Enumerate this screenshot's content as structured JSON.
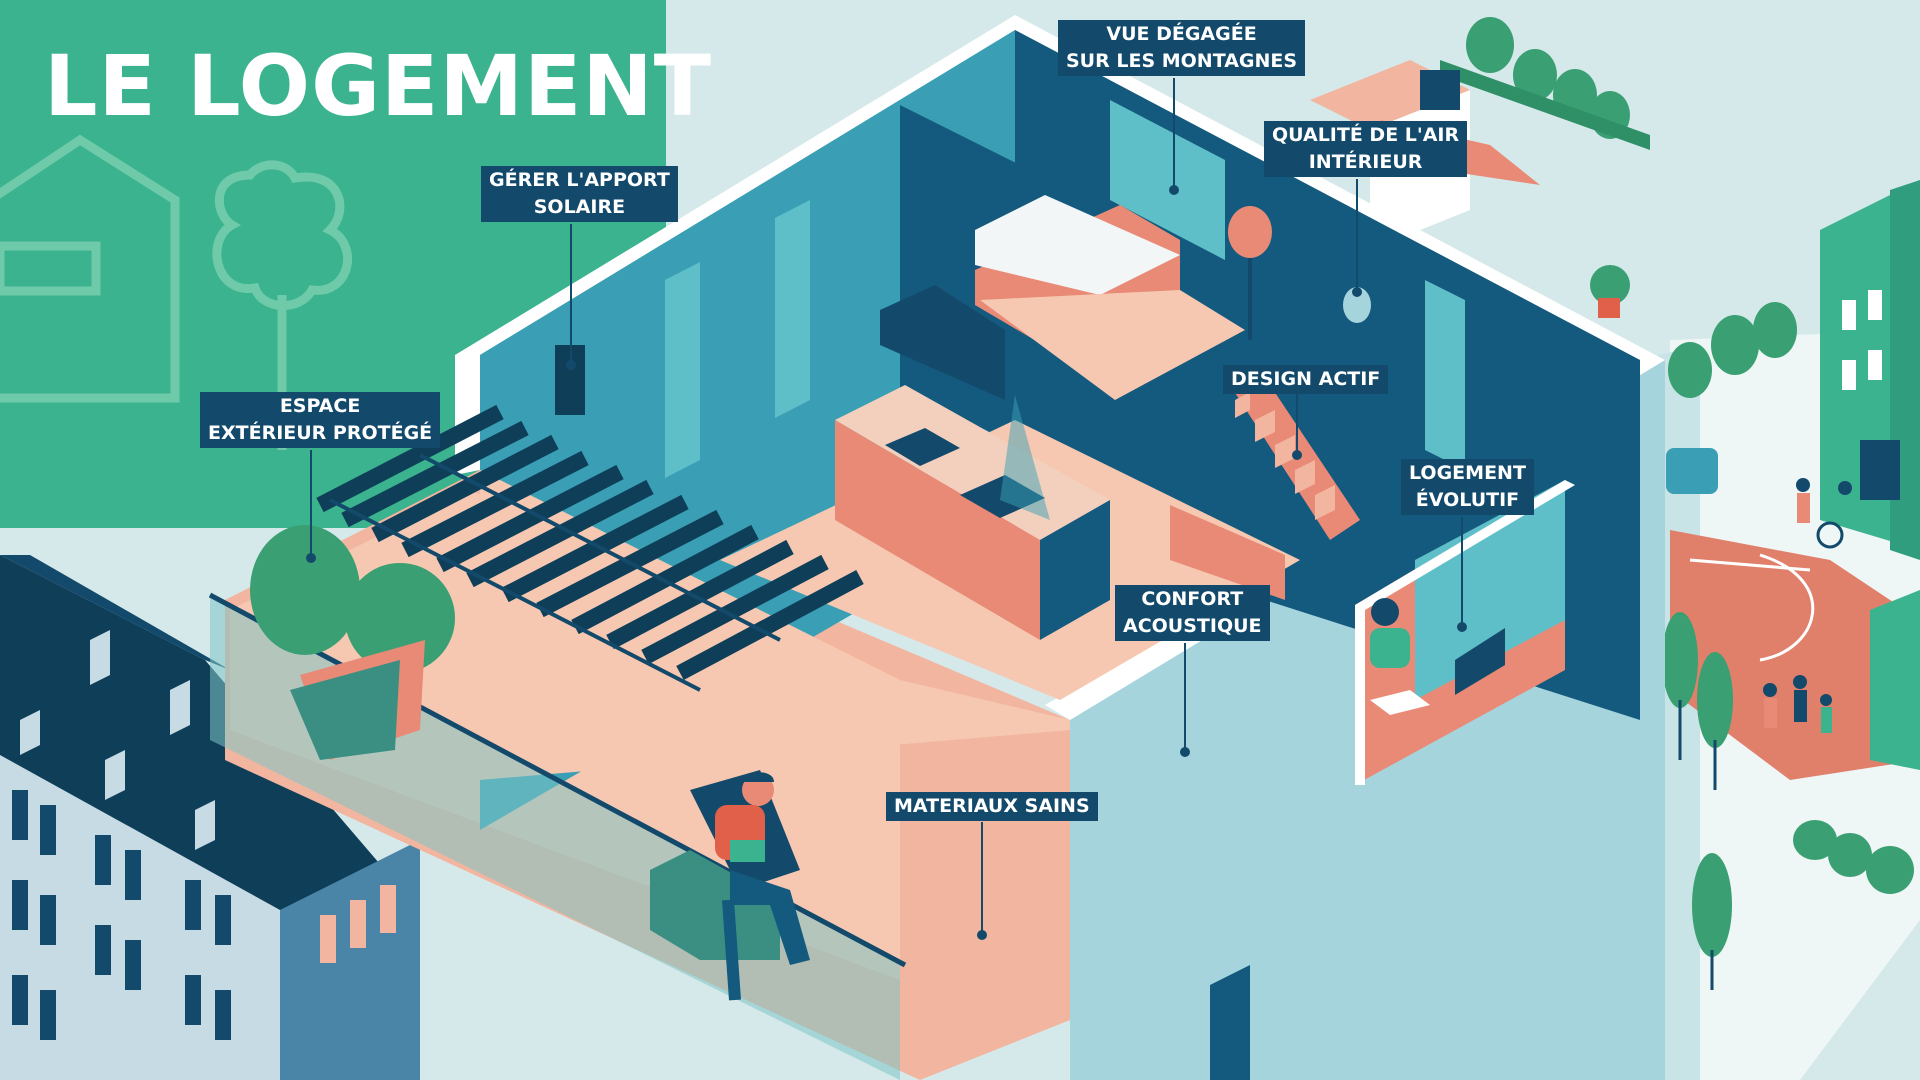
{
  "title": "LE LOGEMENT",
  "colors": {
    "background": "#d5e9ea",
    "green_panel": "#3bb38f",
    "label_bg": "#134a6b",
    "wall_dark": "#14597e",
    "wall_mid": "#3a9fb5",
    "wall_light": "#a6d4dc",
    "coral": "#e88a76",
    "peach": "#f2b59f"
  },
  "labels": {
    "vue": [
      "VUE DÉGAGÉE",
      "SUR LES MONTAGNES"
    ],
    "solaire": [
      "GÉRER L'APPORT",
      "SOLAIRE"
    ],
    "air": [
      "QUALITÉ DE L'AIR",
      "INTÉRIEUR"
    ],
    "espace": [
      "ESPACE",
      "EXTÉRIEUR PROTÉGÉ"
    ],
    "design": [
      "DESIGN ACTIF"
    ],
    "evolutif": [
      "LOGEMENT",
      "ÉVOLUTIF"
    ],
    "confort": [
      "CONFORT",
      "ACOUSTIQUE"
    ],
    "materiaux": [
      "MATERIAUX SAINS"
    ]
  }
}
